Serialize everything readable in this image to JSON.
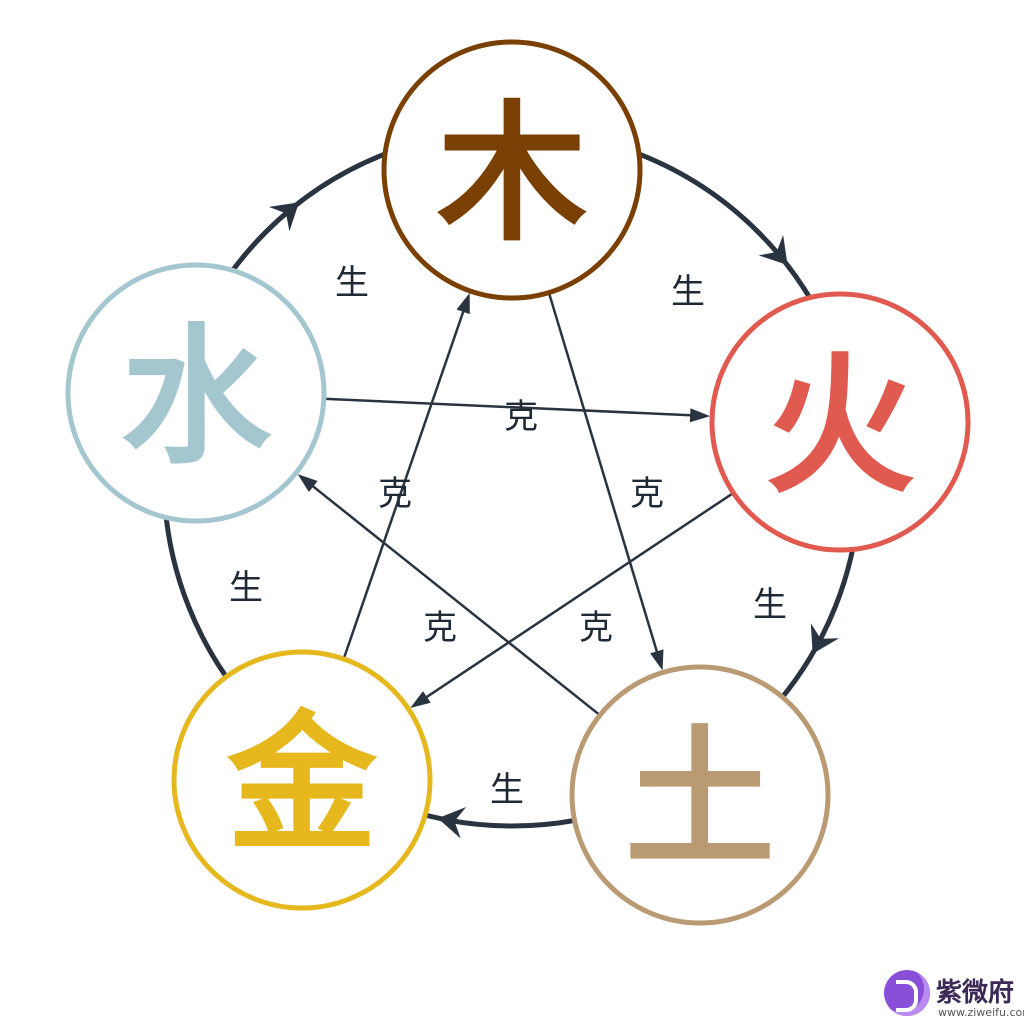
{
  "elements": {
    "wood": {
      "char": "木",
      "color": "#7a3f02"
    },
    "fire": {
      "char": "火",
      "color": "#e05a50"
    },
    "earth": {
      "char": "土",
      "color": "#b99a72"
    },
    "metal": {
      "char": "金",
      "color": "#e6b81e"
    },
    "water": {
      "char": "水",
      "color": "#a3c6cf"
    }
  },
  "generating_label": "生",
  "controlling_label": "克",
  "generating_cycle": [
    {
      "from": "wood",
      "to": "fire"
    },
    {
      "from": "fire",
      "to": "earth"
    },
    {
      "from": "earth",
      "to": "metal"
    },
    {
      "from": "metal",
      "to": "water"
    },
    {
      "from": "water",
      "to": "wood"
    }
  ],
  "controlling_cycle": [
    {
      "from": "water",
      "to": "fire"
    },
    {
      "from": "fire",
      "to": "metal"
    },
    {
      "from": "metal",
      "to": "wood"
    },
    {
      "from": "wood",
      "to": "earth"
    },
    {
      "from": "earth",
      "to": "water"
    }
  ],
  "colors": {
    "line": "#2a3440",
    "label": "#1f2a36"
  },
  "watermark": {
    "name": "紫微府",
    "url": "www.ziweifu.com"
  }
}
